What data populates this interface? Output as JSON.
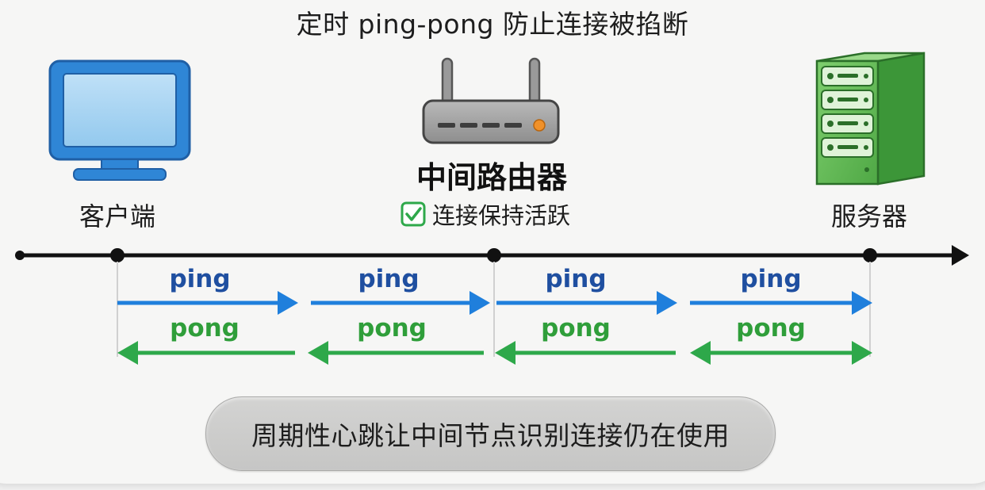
{
  "title": "定时 ping-pong 防止连接被掐断",
  "nodes": {
    "client": {
      "label": "客户端"
    },
    "router": {
      "label": "中间路由器",
      "status": "连接保持活跃"
    },
    "server": {
      "label": "服务器"
    }
  },
  "messages": [
    {
      "ping": "ping",
      "pong": "pong"
    },
    {
      "ping": "ping",
      "pong": "pong"
    },
    {
      "ping": "ping",
      "pong": "pong"
    },
    {
      "ping": "ping",
      "pong": "pong"
    }
  ],
  "footer": "周期性心跳让中间节点识别连接仍在使用",
  "colors": {
    "ping_arrow": "#1f7fdc",
    "pong_arrow": "#2ea84a",
    "timeline": "#111111",
    "client_monitor": "#2f86d6",
    "server": "#5bb552",
    "router": "#9c9c9c",
    "router_led": "#f0912a"
  },
  "icons": {
    "client": "monitor-icon",
    "router": "router-icon",
    "server": "server-icon",
    "status": "checkbox-icon"
  }
}
